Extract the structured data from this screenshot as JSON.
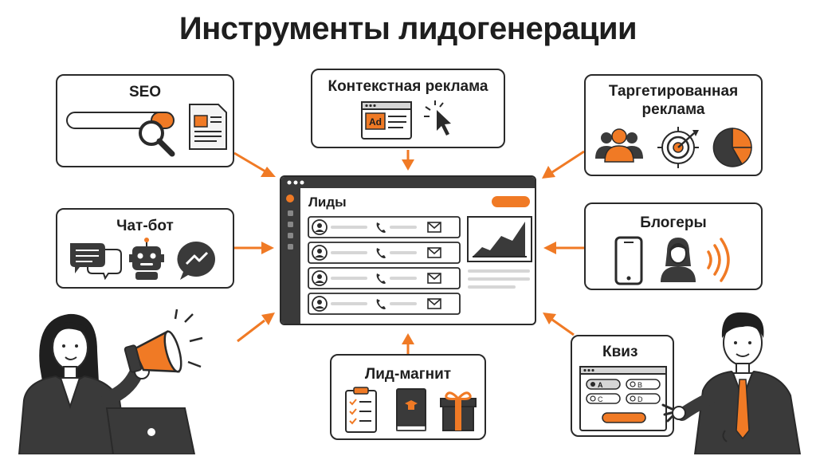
{
  "title": "Инструменты лидогенерации",
  "colors": {
    "accent": "#f07a25",
    "stroke": "#2a2a2a",
    "gray": "#d6d6d6",
    "dark": "#3a3a3a"
  },
  "tools": {
    "seo": {
      "label": "SEO"
    },
    "context_ads": {
      "label": "Контекстная реклама",
      "ad_badge": "Ad"
    },
    "targeted_ads": {
      "label": "Таргетированная реклама"
    },
    "chatbot": {
      "label": "Чат-бот"
    },
    "bloggers": {
      "label": "Блогеры"
    },
    "lead_magnet": {
      "label": "Лид-магнит"
    },
    "quiz": {
      "label": "Квиз",
      "options": [
        "A",
        "B",
        "C",
        "D"
      ]
    }
  },
  "crm": {
    "title": "Лиды",
    "rows": 4
  },
  "icons": [
    "search-icon",
    "document-icon",
    "cursor-icon",
    "people-icon",
    "target-icon",
    "pie-chart-icon",
    "chat-icon",
    "robot-icon",
    "messenger-icon",
    "phone-icon",
    "woman-icon",
    "sound-waves-icon",
    "checklist-icon",
    "book-icon",
    "gift-icon",
    "user-icon",
    "mail-icon",
    "megaphone-icon",
    "laptop-icon"
  ]
}
